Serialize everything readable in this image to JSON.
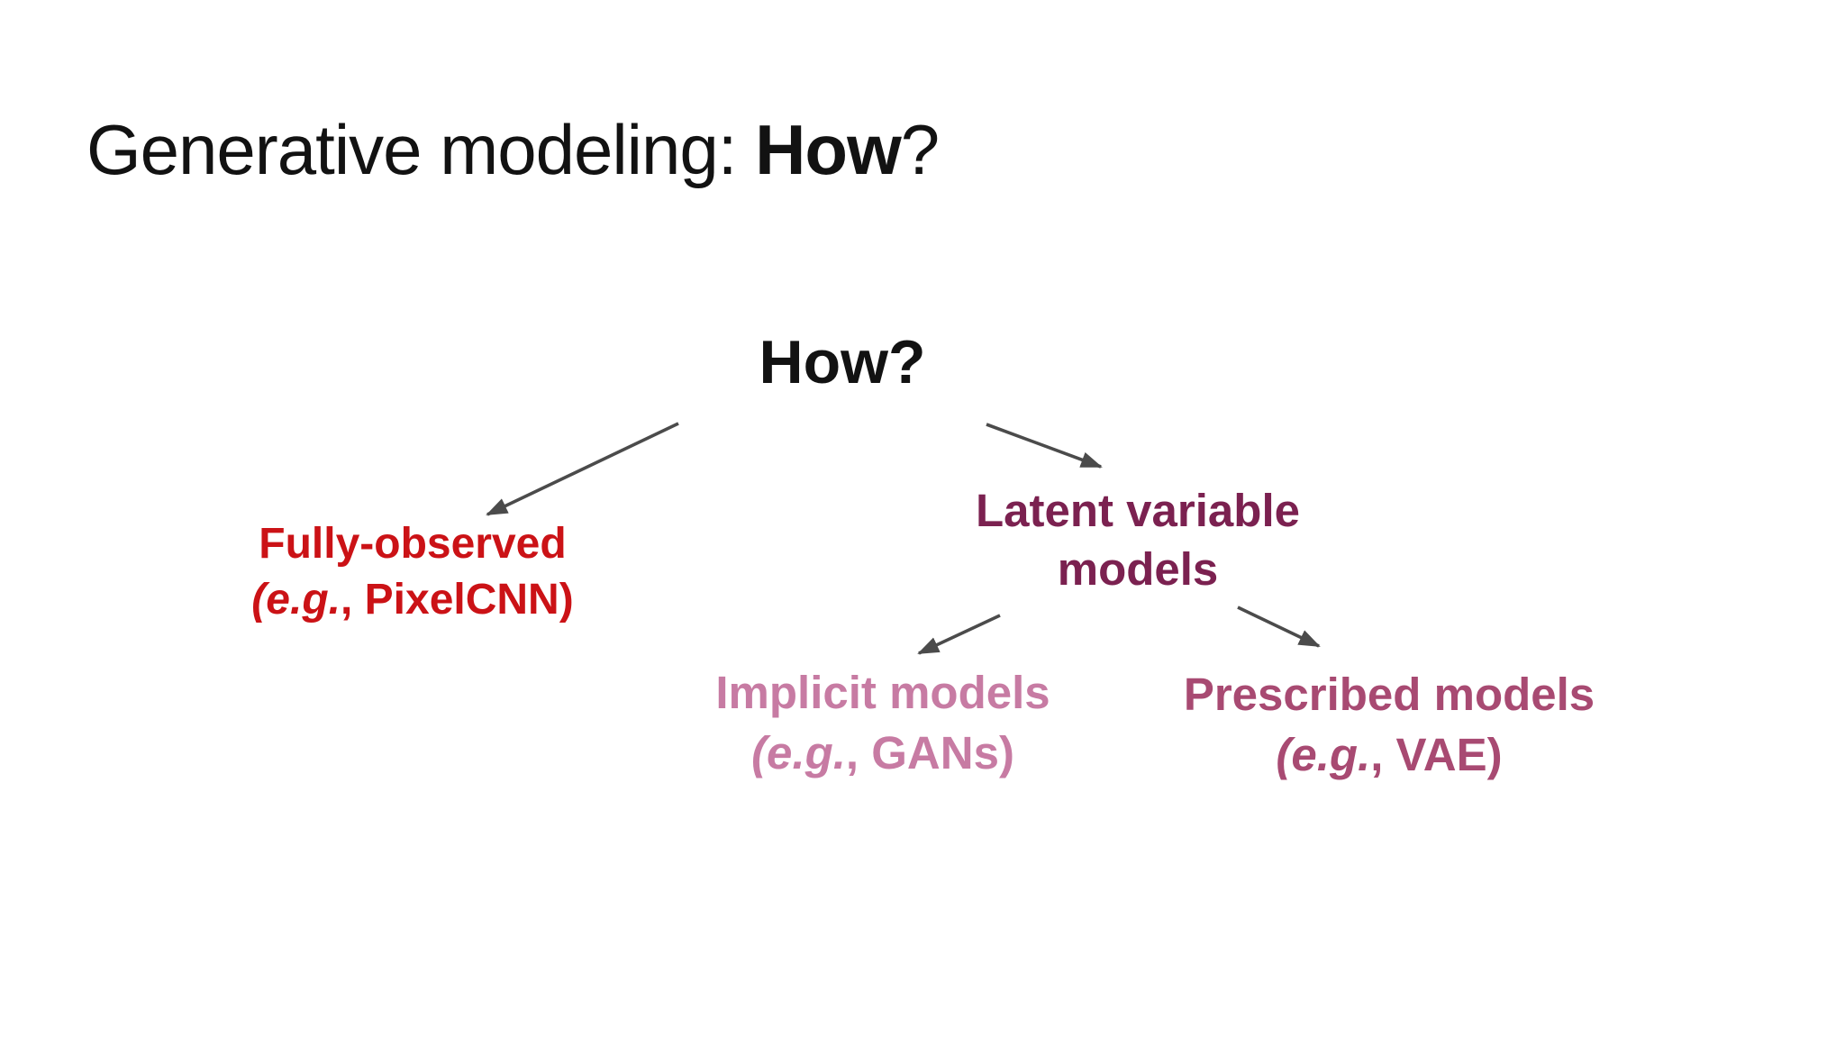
{
  "slide": {
    "title": {
      "prefix": "Generative modeling: ",
      "emphasis": "How",
      "suffix": "?",
      "color": "#121212"
    },
    "tree": {
      "root": {
        "label": "How?",
        "color": "#121212"
      },
      "children": [
        {
          "id": "fully-observed",
          "line1": "Fully-observed",
          "example_italic": "(e.g.",
          "example_rest": ", PixelCNN)",
          "color": "#cb1216"
        },
        {
          "id": "latent-variable-models",
          "line1": "Latent variable",
          "line2": "models",
          "color": "#7b2150",
          "children": [
            {
              "id": "implicit-models",
              "line1": "Implicit models",
              "example_italic": "(e.g.",
              "example_rest": ", GANs)",
              "color": "#c77ba3"
            },
            {
              "id": "prescribed-models",
              "line1": "Prescribed models",
              "example_italic": "(e.g.",
              "example_rest": ", VAE)",
              "color": "#a84a72"
            }
          ]
        }
      ]
    },
    "arrow_color": "#4b4b4b"
  }
}
